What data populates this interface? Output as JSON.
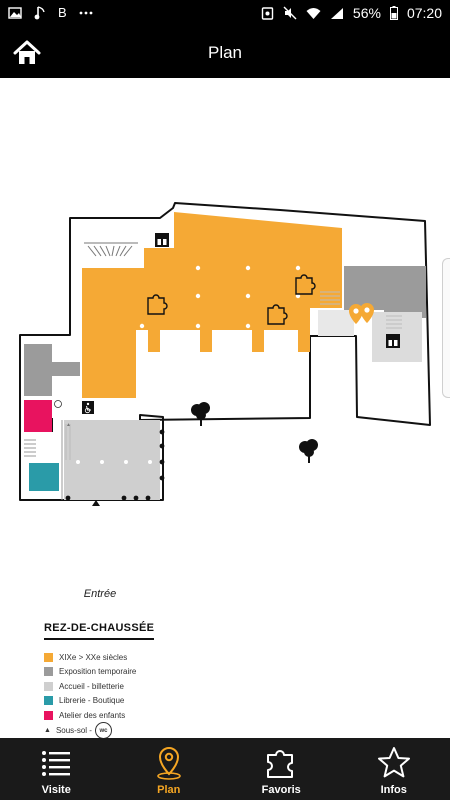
{
  "status_bar": {
    "left_icons": [
      "image-icon",
      "music-icon",
      "b-icon",
      "more-icon"
    ],
    "b_glyph": "B",
    "battery_percent": "56%",
    "time": "07:20"
  },
  "app_bar": {
    "title": "Plan",
    "home_icon": "home-icon"
  },
  "map": {
    "entrance_label": "Entrée",
    "colors": {
      "period_1900s": "#F5A935",
      "temporary": "#9B9B9B",
      "reception": "#CFCFCF",
      "bookshop": "#2A9BA8",
      "kids_workshop": "#E8135F",
      "lift": "#111111"
    }
  },
  "legend": {
    "title": "REZ-DE-CHAUSSÉE",
    "items": [
      {
        "label": "XIXe > XXe siècles",
        "color": "#F5A935"
      },
      {
        "label": "Exposition temporaire",
        "color": "#9B9B9B"
      },
      {
        "label": "Accueil - billetterie",
        "color": "#CFCFCF"
      },
      {
        "label": "Librerie - Boutique",
        "color": "#2A9BA8"
      },
      {
        "label": "Atelier des enfants",
        "color": "#E8135F"
      }
    ],
    "basement_label": "Sous-sol -",
    "wc_label": "wc"
  },
  "nav": {
    "active_color": "#F5A623",
    "items": [
      {
        "label": "Visite",
        "icon": "list-icon"
      },
      {
        "label": "Plan",
        "icon": "map-pin-icon",
        "active": true
      },
      {
        "label": "Favoris",
        "icon": "puzzle-icon"
      },
      {
        "label": "Infos",
        "icon": "star-icon"
      }
    ]
  }
}
